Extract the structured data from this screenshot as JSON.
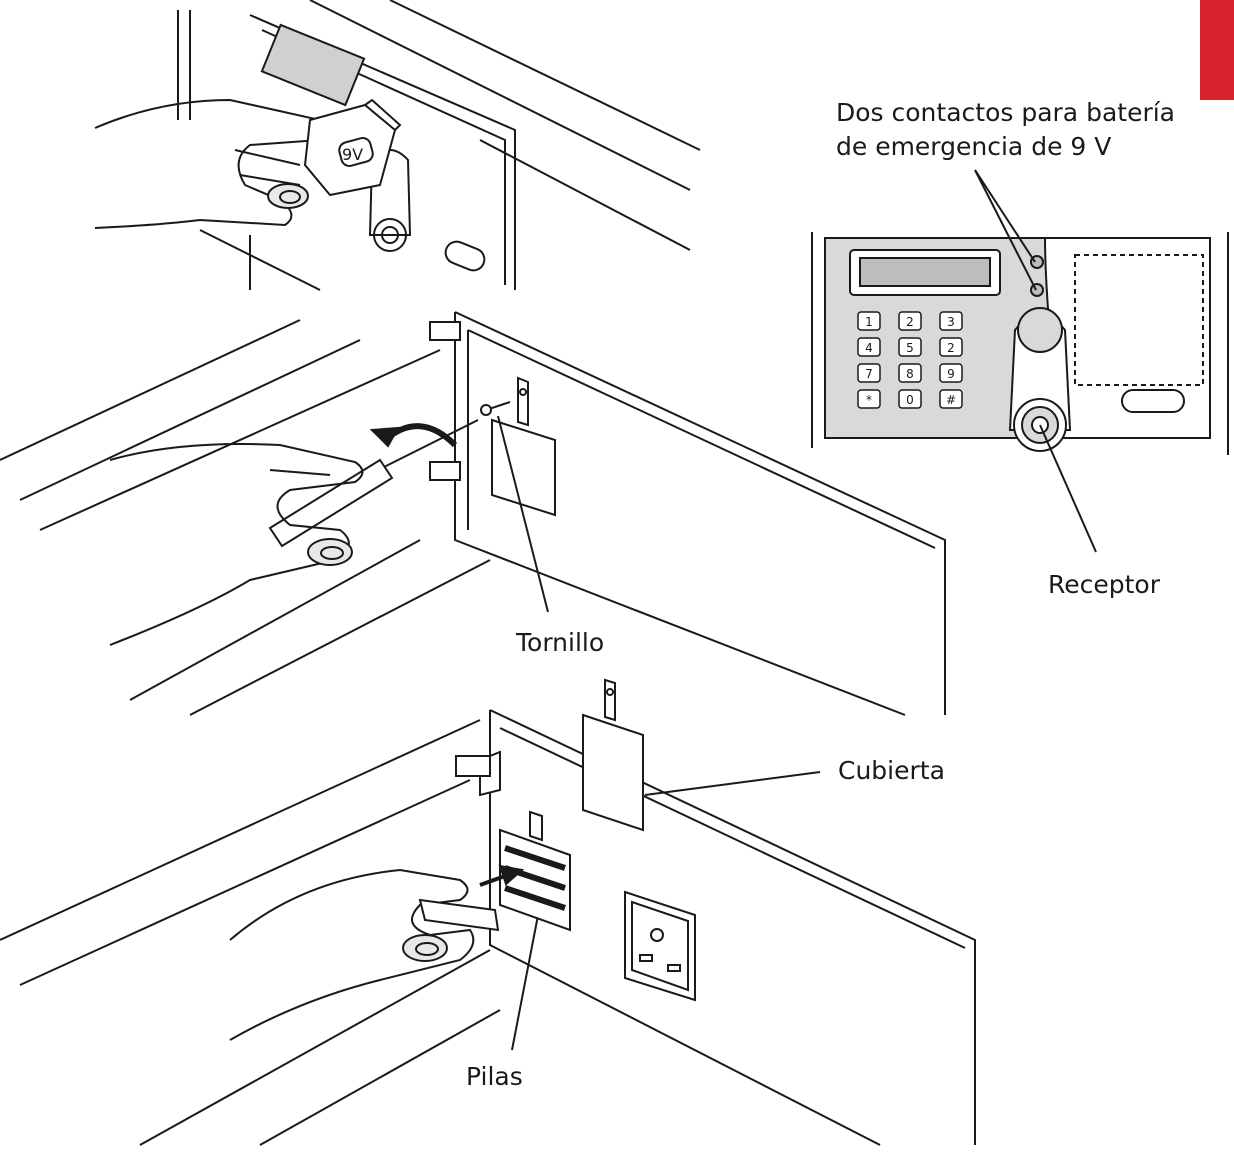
{
  "colors": {
    "line": "#1a1a1a",
    "panel_gray": "#d9d9d9",
    "display_gray": "#bdbdbd",
    "accent_red": "#d6232e"
  },
  "labels": {
    "contacts_line1": "Dos contactos para batería",
    "contacts_line2": "de emergencia de 9 V",
    "receptor": "Receptor",
    "tornillo": "Tornillo",
    "cubierta": "Cubierta",
    "pilas": "Pilas"
  },
  "battery_label": "9V",
  "keypad": {
    "keys": [
      "1",
      "2",
      "3",
      "4",
      "5",
      "2",
      "7",
      "8",
      "9",
      "*",
      "0",
      "#"
    ]
  }
}
